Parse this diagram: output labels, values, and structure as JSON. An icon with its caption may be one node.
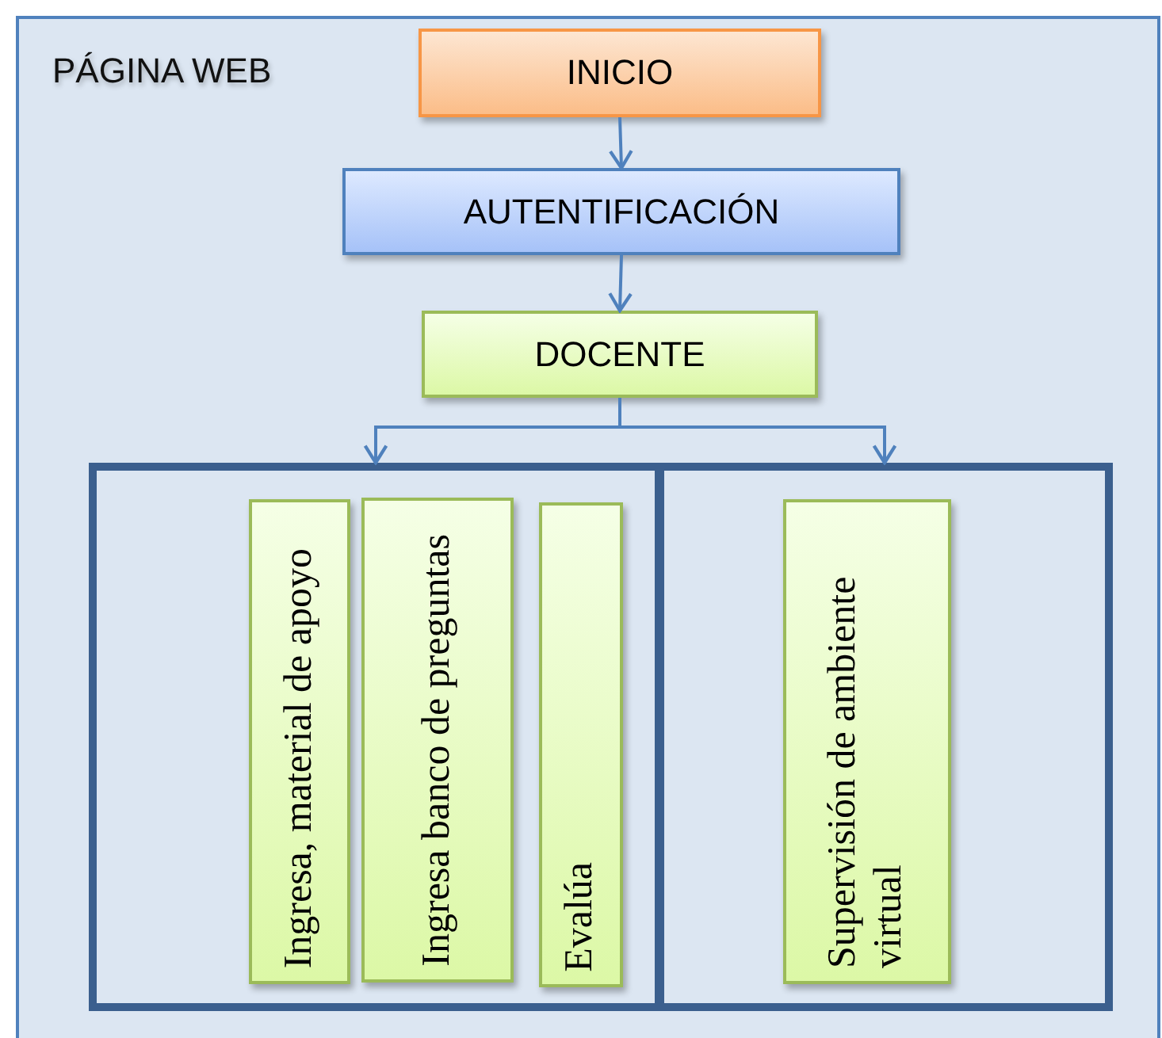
{
  "diagram": {
    "nodes": [
      {
        "text": [
          "PÁGINA WEB"
        ]
      },
      {
        "text": [
          "INICIO"
        ],
        "in": 0
      },
      {
        "text": [
          "AUTENTIFICACIÓN"
        ],
        "in": 0
      },
      {
        "text": [
          "DOCENTE"
        ],
        "in": 0
      },
      {
        "text": [],
        "shape": "box",
        "in": 0
      },
      {
        "text": [
          "Ingresa, material de apoyo"
        ],
        "in": 4
      },
      {
        "text": [
          "Ingresa banco de preguntas"
        ],
        "in": 4
      },
      {
        "text": [
          "Evalúa"
        ],
        "in": 4
      },
      {
        "text": [],
        "shape": "box",
        "in": 0
      },
      {
        "text": [
          "Supervisión de ambiente virtual"
        ],
        "in": 8
      }
    ],
    "edges": [
      {
        "from": 1,
        "to": 2,
        "arrow": "to"
      },
      {
        "from": 2,
        "to": 3,
        "arrow": "to"
      },
      {
        "from": 3,
        "to": 4,
        "arrow": "to"
      },
      {
        "from": 3,
        "to": 8,
        "arrow": "to"
      }
    ]
  }
}
